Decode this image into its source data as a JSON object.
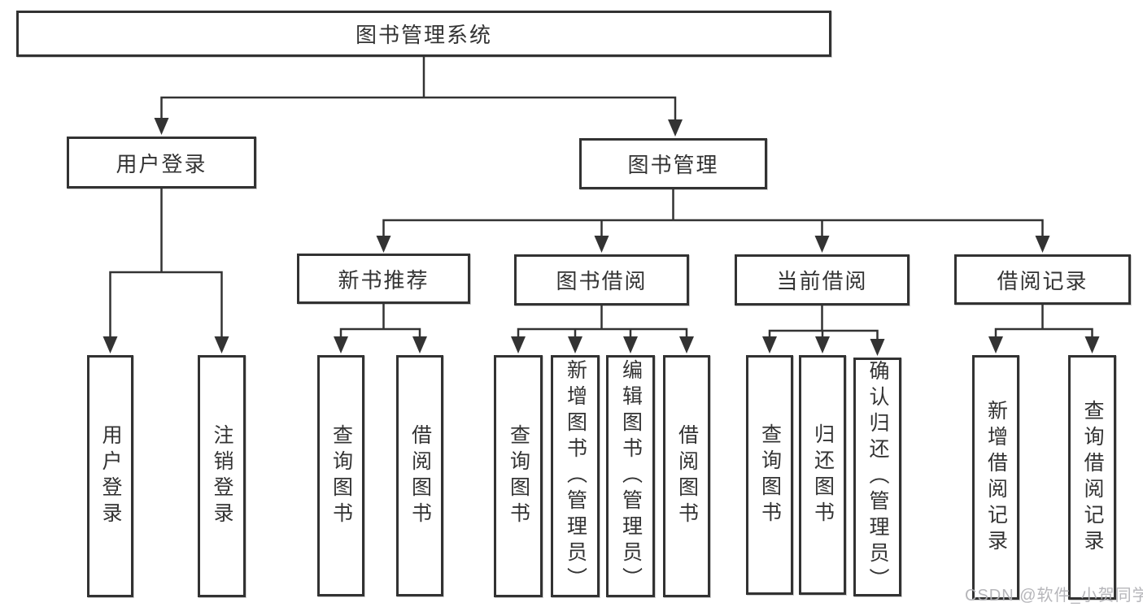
{
  "diagram": {
    "title": "图书管理系统",
    "type": "hierarchy-diagram",
    "colors": {
      "background": "#ffffff",
      "box_border": "#323232",
      "line": "#333333",
      "text": "#333333",
      "watermark": "#b2b2b6"
    }
  },
  "tree": {
    "root": "图书管理系统",
    "children": [
      {
        "label": "用户登录",
        "children": [
          "用户登录",
          "注销登录"
        ]
      },
      {
        "label": "图书管理",
        "children": [
          {
            "label": "新书推荐",
            "children": [
              "查询图书",
              "借阅图书"
            ]
          },
          {
            "label": "图书借阅",
            "children": [
              "查询图书",
              "新增图书（管理员）",
              "编辑图书（管理员）",
              "借阅图书"
            ]
          },
          {
            "label": "当前借阅",
            "children": [
              "查询图书",
              "归还图书",
              "确认归还（管理员）"
            ]
          },
          {
            "label": "借阅记录",
            "children": [
              "新增借阅记录",
              "查询借阅记录"
            ]
          }
        ]
      }
    ]
  },
  "watermark": {
    "text": "CSDN @软件_小贺同学"
  }
}
